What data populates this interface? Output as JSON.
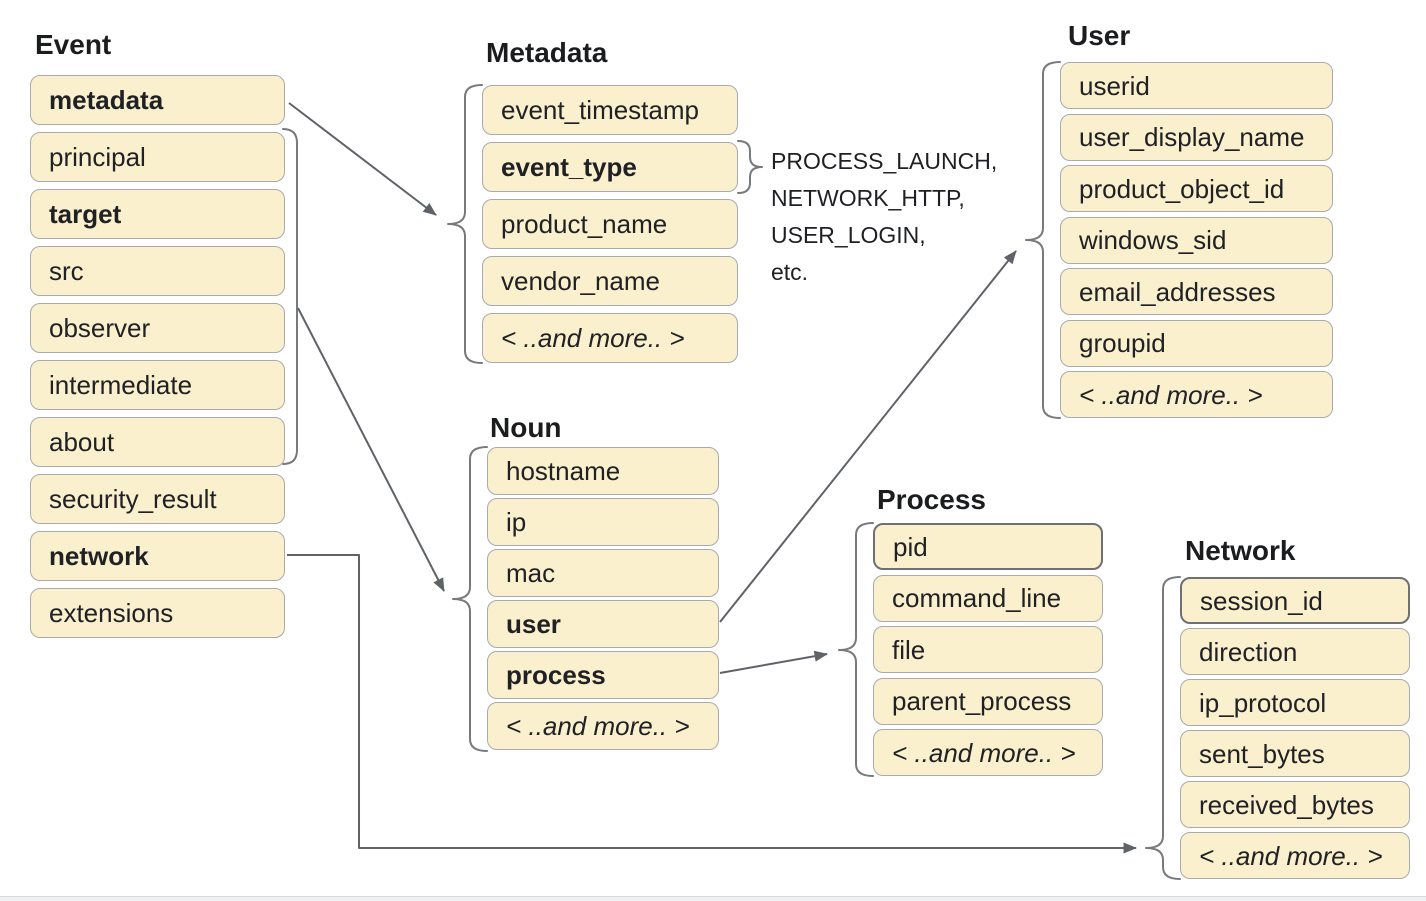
{
  "colors": {
    "box_fill": "#fbf0ce",
    "box_border": "#a8aaad",
    "box_border_dark": "#6e7073",
    "connector": "#5f6368",
    "brace": "#77797c",
    "text": "#202124",
    "page_bg": "#ffffff"
  },
  "groups": {
    "event": {
      "title": "Event",
      "items": [
        "metadata",
        "principal",
        "target",
        "src",
        "observer",
        "intermediate",
        "about",
        "security_result",
        "network",
        "extensions"
      ]
    },
    "metadata": {
      "title": "Metadata",
      "items": [
        "event_timestamp",
        "event_type",
        "product_name",
        "vendor_name",
        "< ..and more.. >"
      ]
    },
    "noun": {
      "title": "Noun",
      "items": [
        "hostname",
        "ip",
        "mac",
        "user",
        "process",
        "< ..and more.. >"
      ]
    },
    "user": {
      "title": "User",
      "items": [
        "userid",
        "user_display_name",
        "product_object_id",
        "windows_sid",
        "email_addresses",
        "groupid",
        "< ..and more.. >"
      ]
    },
    "process": {
      "title": "Process",
      "items": [
        "pid",
        "command_line",
        "file",
        "parent_process",
        "< ..and more.. >"
      ]
    },
    "network": {
      "title": "Network",
      "items": [
        "session_id",
        "direction",
        "ip_protocol",
        "sent_bytes",
        "received_bytes",
        "< ..and more.. >"
      ]
    }
  },
  "annotation": {
    "lines": [
      "PROCESS_LAUNCH,",
      "NETWORK_HTTP,",
      "USER_LOGIN,",
      "etc."
    ]
  }
}
